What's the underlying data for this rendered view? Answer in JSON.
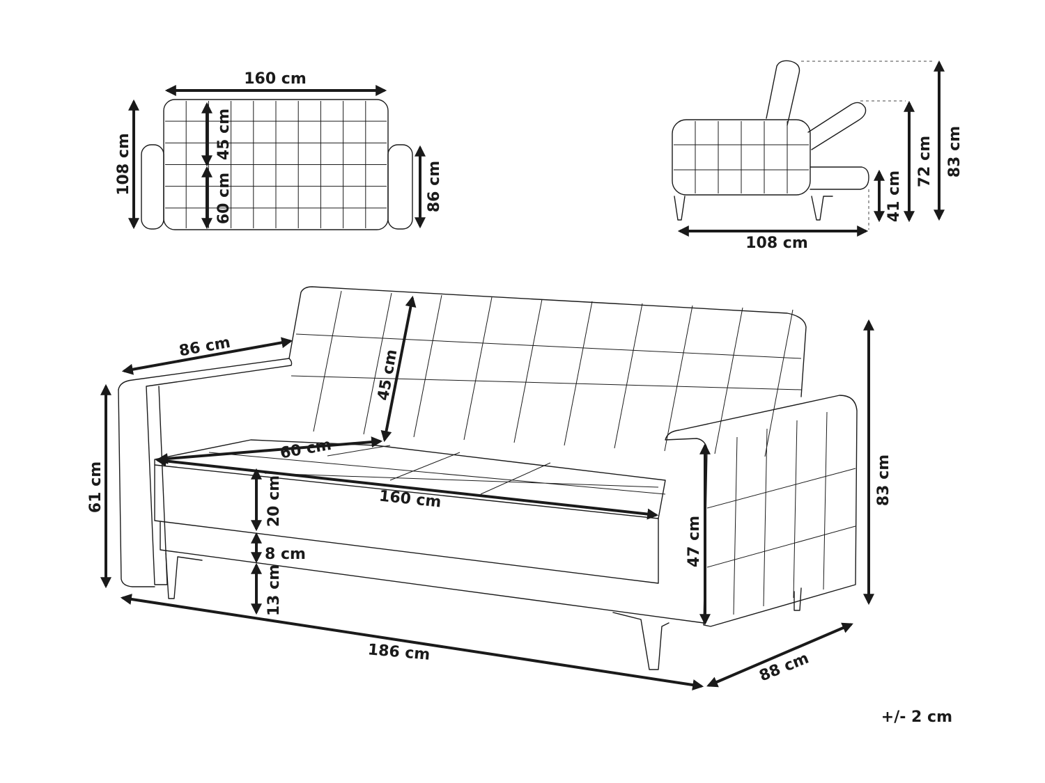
{
  "top_view": {
    "width": "160 cm",
    "depth": "108 cm",
    "back_depth": "45 cm",
    "seat_depth": "60 cm",
    "arm_depth": "86 cm"
  },
  "side_view": {
    "depth": "108 cm",
    "seat_height": "41 cm",
    "mid_height": "72 cm",
    "total_height": "83 cm"
  },
  "front_view": {
    "arm_depth": "86 cm",
    "back_height": "45 cm",
    "seat_depth": "60 cm",
    "seat_width": "160 cm",
    "arm_height": "61 cm",
    "cushion_height": "20 cm",
    "base_height": "8 cm",
    "leg_height": "13 cm",
    "arm_inner_height": "47 cm",
    "total_height": "83 cm",
    "total_width": "186 cm",
    "total_depth": "88 cm"
  },
  "tolerance": "+/- 2 cm"
}
